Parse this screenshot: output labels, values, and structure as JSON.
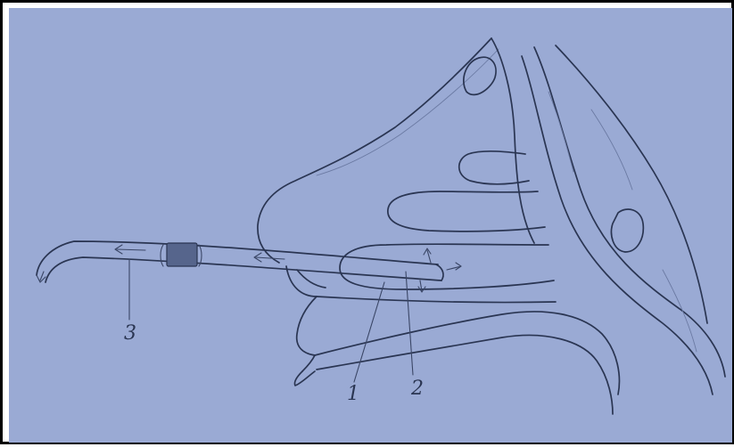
{
  "diagram": {
    "labels": [
      {
        "id": "label-1",
        "text": "1"
      },
      {
        "id": "label-2",
        "text": "2"
      },
      {
        "id": "label-3",
        "text": "3"
      }
    ],
    "colors": {
      "paper": "#9aaad4",
      "ink": "#2a3552",
      "frame": "#000000"
    }
  }
}
